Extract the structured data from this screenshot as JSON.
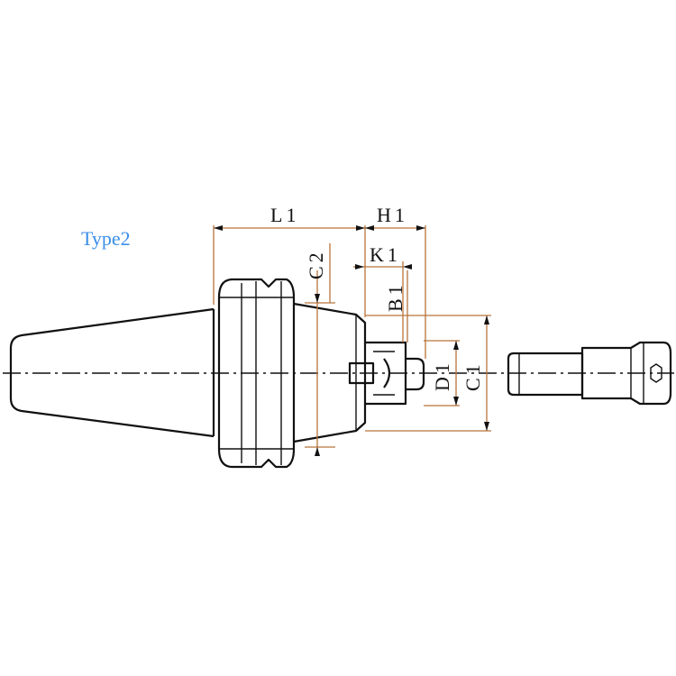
{
  "type_label": "Type2",
  "colors": {
    "type_label": "#3a8ee8",
    "dimension": "#b8733a",
    "outline": "#111111"
  },
  "dimensions": {
    "L1": "L1",
    "H1": "H1",
    "K1": "K1",
    "C2": "C2",
    "B1": "B1",
    "D1": "D1",
    "C1": "C1"
  }
}
